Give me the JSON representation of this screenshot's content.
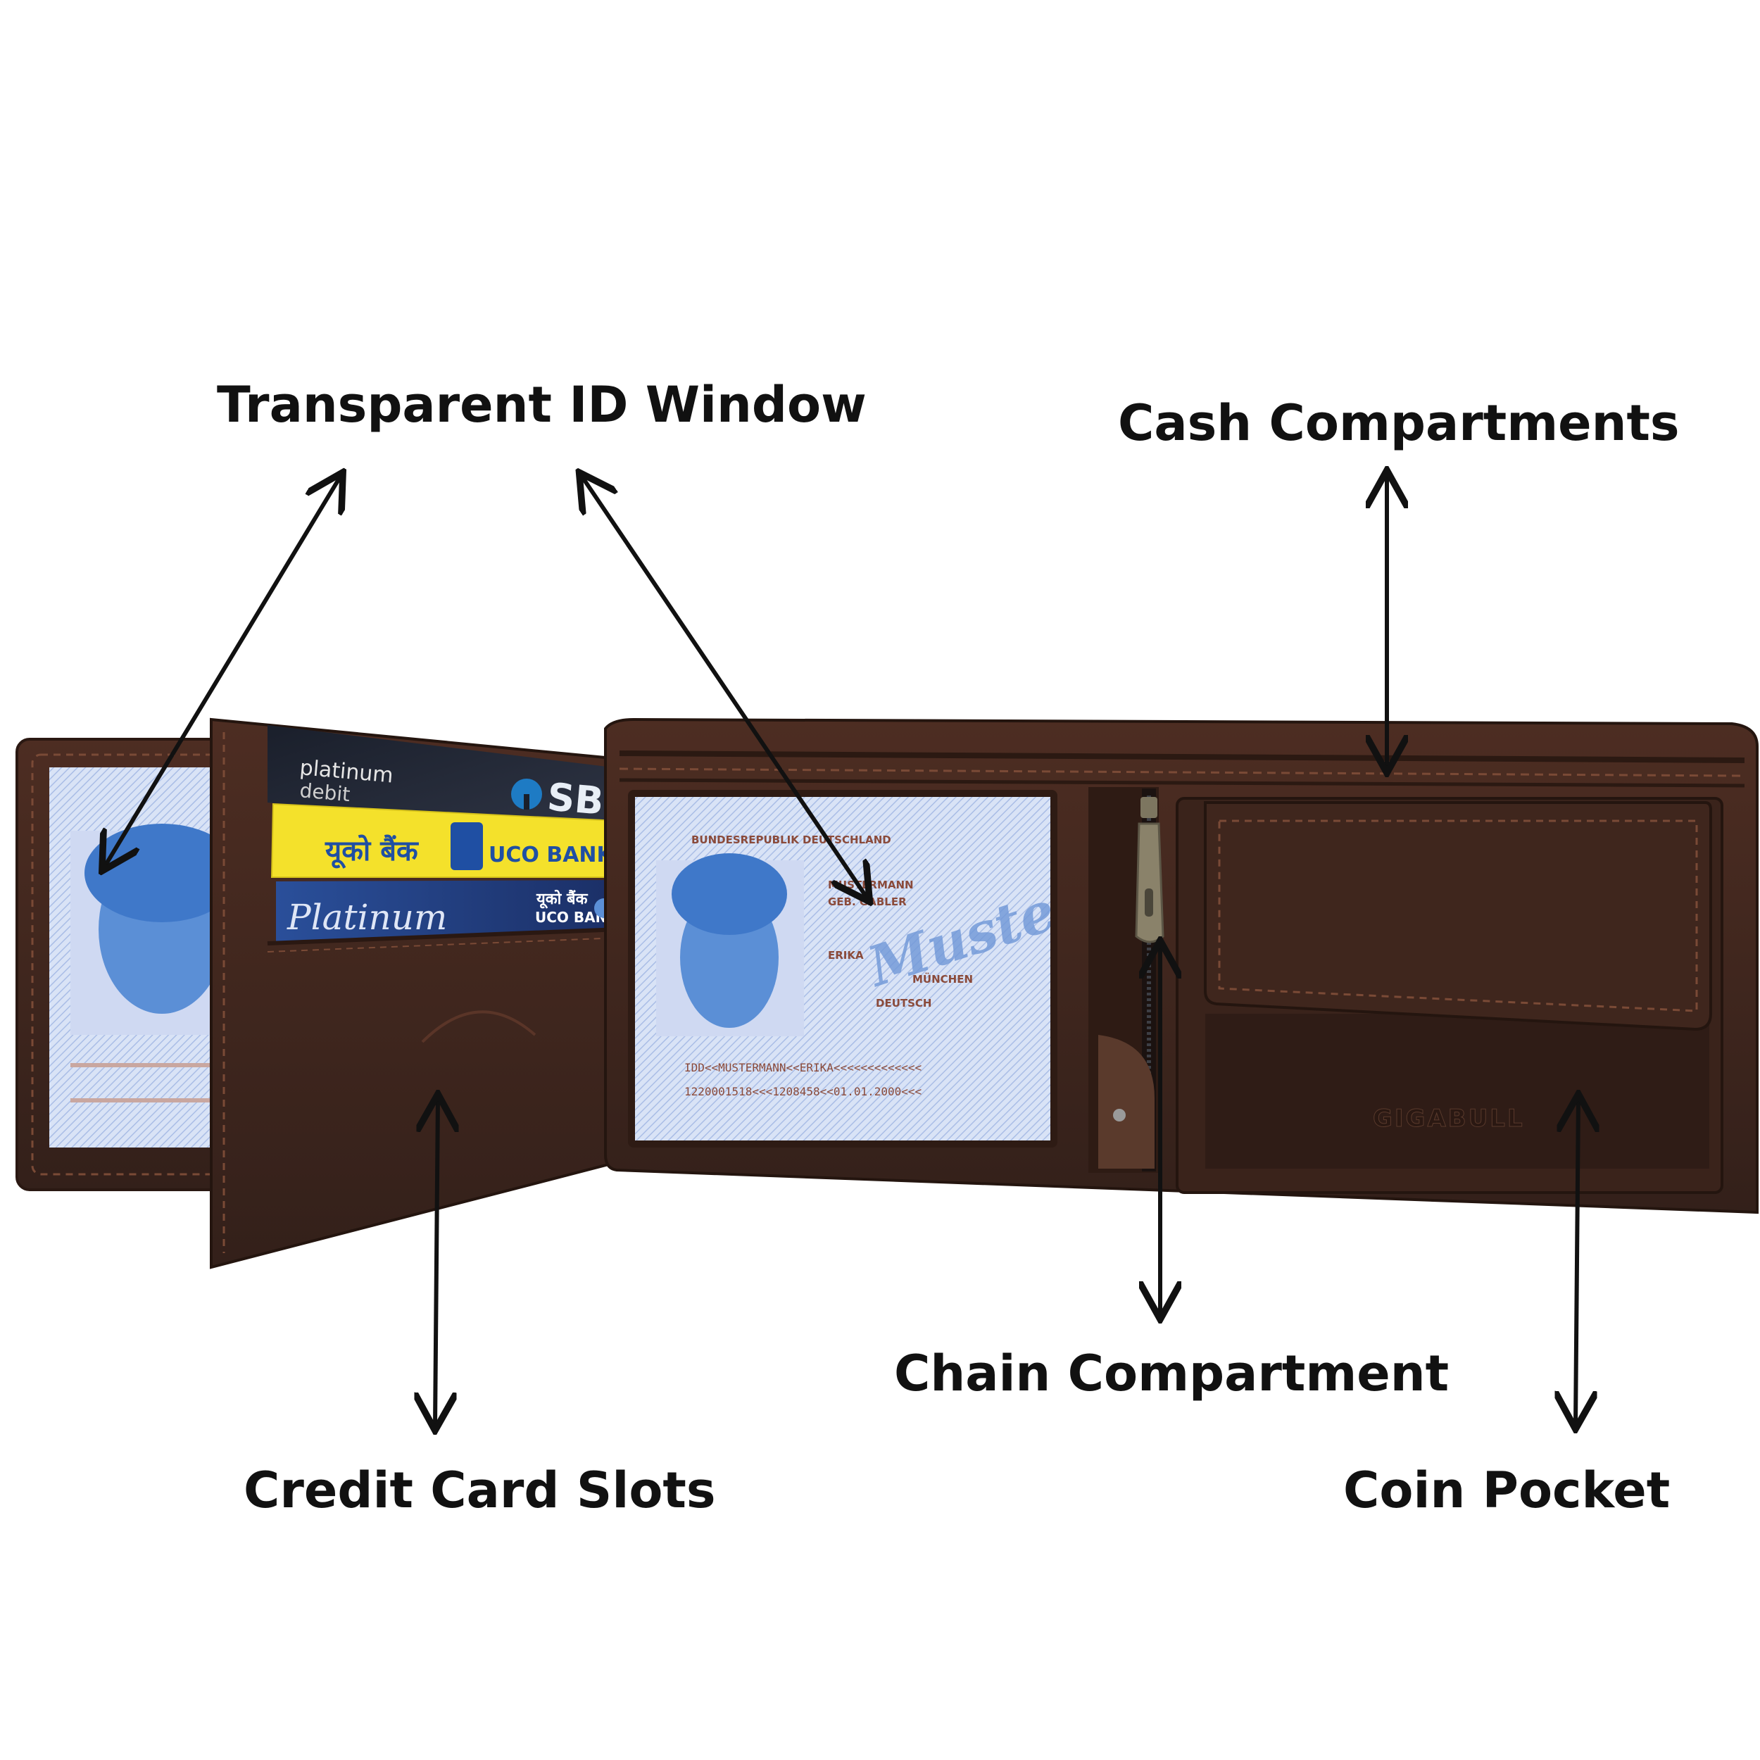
{
  "callouts": {
    "id_window": "Transparent ID Window",
    "cash": "Cash Compartments",
    "chain": "Chain Compartment",
    "card_slots": "Credit Card Slots",
    "coin": "Coin Pocket"
  },
  "cards": {
    "sbi_line1": "platinum",
    "sbi_line2": "debit",
    "sbi_bank": "SBI",
    "uco_hindi": "यूको बैंक",
    "uco_bank": "UCO BANK",
    "plat_script": "Platinum",
    "plat_hindi": "यूको बैंक",
    "plat_bank": "UCO BANK"
  },
  "id_card": {
    "country": "BUNDESREPUBLIK DEUTSCHLAND",
    "surname": "MUSTERMANN",
    "birth_name": "GEB. GABLER",
    "given_name": "ERIKA",
    "place": "MÜNCHEN",
    "nationality": "DEUTSCH",
    "watermark": "Muster",
    "mrz1": "IDD<<MUSTERMANN<<ERIKA<<<<<<<<<<<<<",
    "mrz2": "1220001518<<<1208458<<01.01.2000<<<"
  },
  "brand_emboss": "GIGABULL",
  "colors": {
    "leather_dark": "#3b2219",
    "leather_mid": "#4a2c22",
    "stitch": "#7a4a36",
    "id_blue": "#5b8fd6",
    "sbi_blue": "#1e7bc4",
    "uco_yellow": "#f4e12b",
    "label_text": "#111111"
  }
}
